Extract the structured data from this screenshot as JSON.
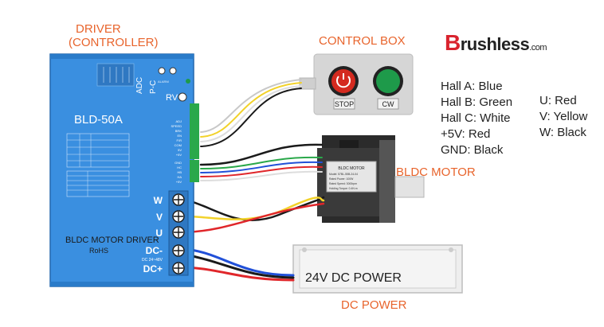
{
  "labels": {
    "driver": "DRIVER",
    "controller": "(CONTROLLER)",
    "control_box": "CONTROL BOX",
    "bldc_motor": "BLDC MOTOR",
    "dc_power": "DC POWER"
  },
  "brand": {
    "first": "B",
    "rest": "rushless",
    "suffix": ".com"
  },
  "hall_legend": [
    "Hall A: Blue",
    "Hall B: Green",
    "Hall C: White",
    "+5V: Red",
    "GND: Black"
  ],
  "phase_legend": [
    "U: Red",
    "V: Yellow",
    "W: Black"
  ],
  "driver": {
    "model": "BLD-50A",
    "bottom_line1": "BLDC MOTOR DRIVER",
    "bottom_line2": "RoHS",
    "adc": "ADC",
    "pc": "P-C",
    "rv": "RV",
    "alarm": "ALARM",
    "terminals": [
      "W",
      "V",
      "U",
      "DC-",
      "DC+"
    ],
    "dc_range": "DC 24~48V",
    "signal_pins": [
      "ADJ",
      "SPEED",
      "BRK",
      "EN",
      "F/R",
      "COM",
      "5V",
      "+5V"
    ],
    "hall_pins": [
      "GND",
      "HC",
      "HB",
      "HA",
      "+5V"
    ]
  },
  "control_box": {
    "stop": "STOP",
    "cw": "CW"
  },
  "motor": {
    "title": "BLDC MOTOR",
    "lines": [
      "Model: 57BL-55B-24-04",
      "Rated Power: 100W",
      "Rated Speed: 3000rpm",
      "Holding Torque: 0.4N.m"
    ]
  },
  "power": {
    "label": "24V DC POWER"
  },
  "colors": {
    "driver_blue": "#3a8fe0",
    "orange": "#e8642c",
    "stop_red": "#d42a1f",
    "cw_green": "#1e9a4a",
    "wire_red": "#e0262a",
    "wire_yellow": "#f2d22a",
    "wire_black": "#1a1a1a",
    "wire_blue": "#2150d8",
    "wire_green": "#2aa84a"
  }
}
